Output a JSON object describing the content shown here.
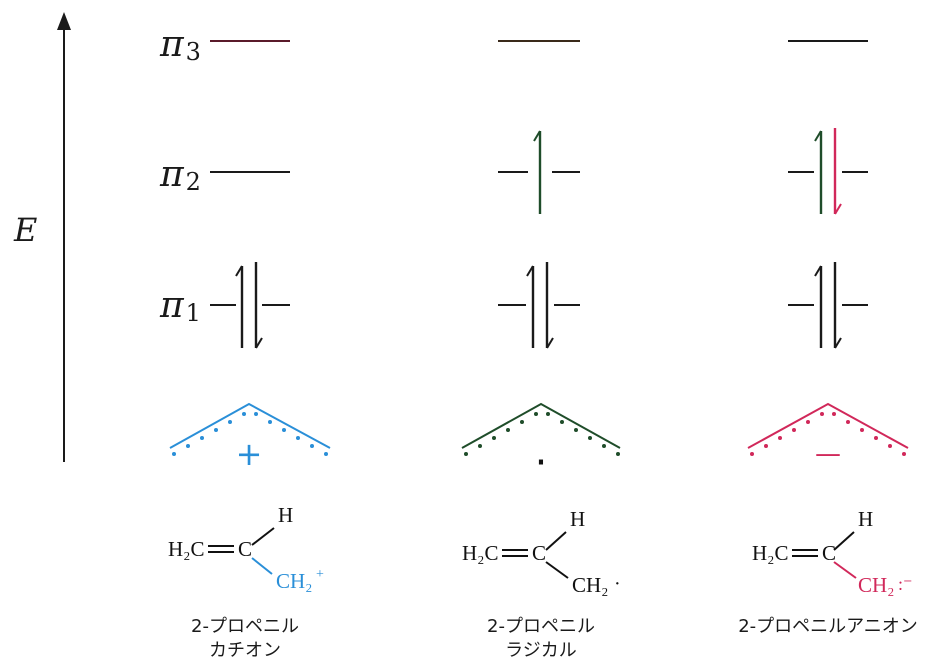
{
  "axis": {
    "label": "E"
  },
  "levels": [
    {
      "symbol": "π",
      "subscript": "3"
    },
    {
      "symbol": "π",
      "subscript": "2"
    },
    {
      "symbol": "π",
      "subscript": "1"
    }
  ],
  "species": [
    {
      "charge_symbol": "+",
      "formula": {
        "left": "H₂C",
        "center": "C",
        "top": "H",
        "right": "CH₂",
        "right_suffix": "+"
      },
      "caption": [
        "2-プロペニル",
        "カチオン"
      ]
    },
    {
      "charge_symbol": "·",
      "formula": {
        "left": "H₂C",
        "center": "C",
        "top": "H",
        "right": "CH₂",
        "right_suffix": "·"
      },
      "caption": [
        "2-プロペニル",
        "ラジカル"
      ]
    },
    {
      "charge_symbol": "—",
      "formula": {
        "left": "H₂C",
        "center": "C",
        "top": "H",
        "right": "CH₂",
        "right_suffix": ":⁻"
      },
      "caption": [
        "2-プロペニルアニオン"
      ]
    }
  ],
  "colors": {
    "ink": "#1a1a1a",
    "cation": "#2a8fd8",
    "radical": "#1f4d2a",
    "anion": "#d1285a",
    "level_line_cation": "#5a1a2a"
  }
}
